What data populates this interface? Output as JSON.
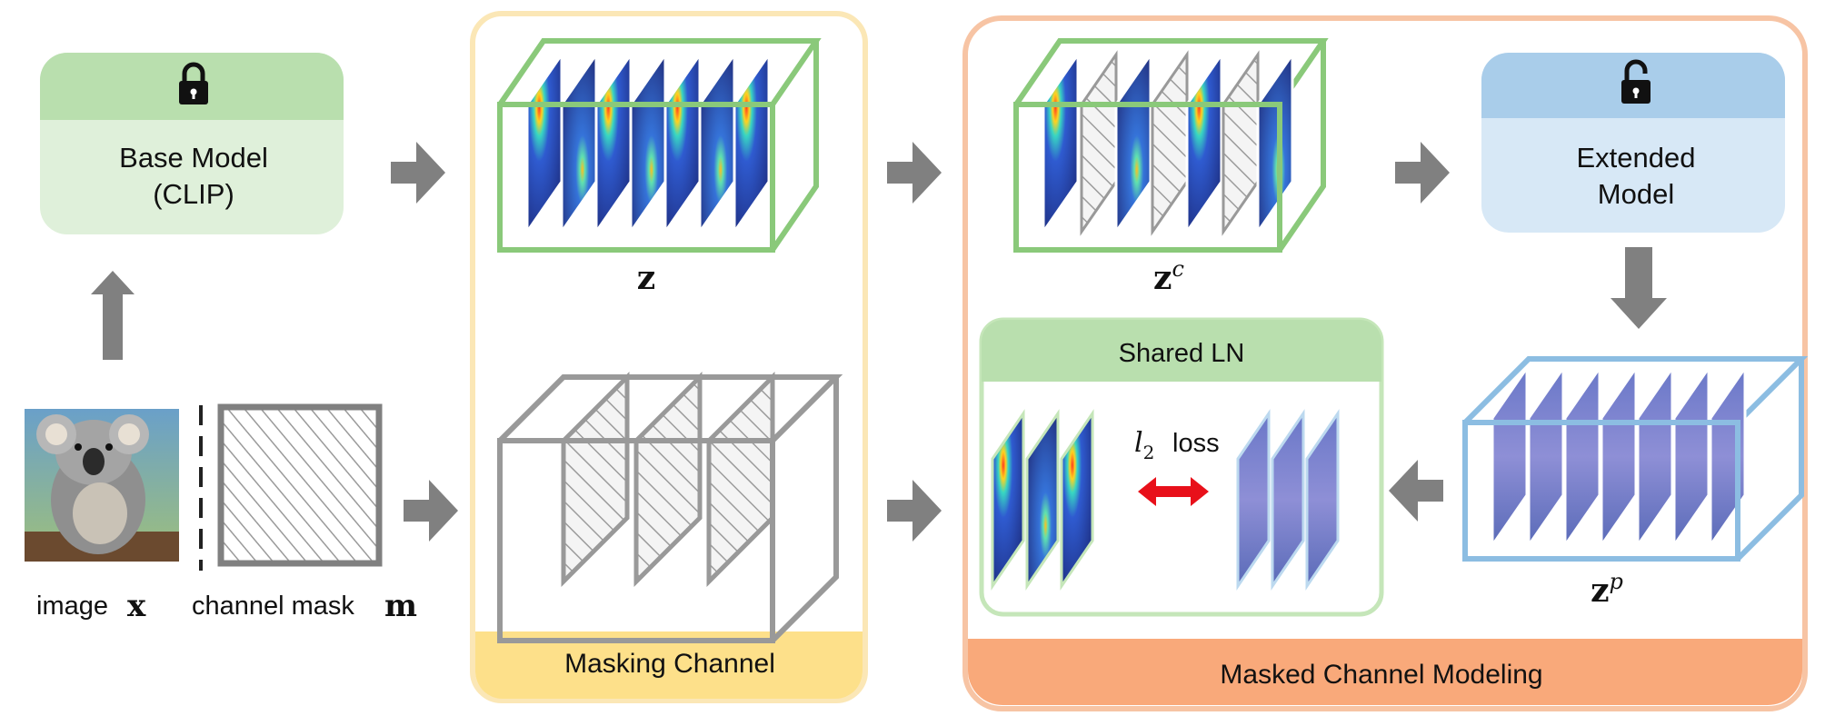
{
  "base_model": {
    "line1": "Base Model",
    "line2": "(CLIP)",
    "lock_icon": "lock-closed-icon"
  },
  "extended_model": {
    "line1": "Extended",
    "line2": "Model",
    "lock_icon": "lock-open-icon"
  },
  "masking_panel": {
    "title": "Masking Channel"
  },
  "mcm_panel": {
    "title": "Masked Channel Modeling"
  },
  "shared_ln": {
    "title": "Shared LN",
    "loss_symbol": "l",
    "loss_subscript": "2",
    "loss_word": "loss"
  },
  "labels": {
    "image_word": "image",
    "image_symbol": "x",
    "mask_word": "channel mask",
    "mask_symbol": "m",
    "z": "z",
    "zc_base": "z",
    "zc_sup": "c",
    "zp_base": "z",
    "zp_sup": "p"
  },
  "colors": {
    "base_header": "#b9dfae",
    "base_body": "#dff0da",
    "ext_header": "#a9cdea",
    "ext_body": "#d7e8f6",
    "masking_border": "#fbe7b6",
    "masking_footer": "#fde08a",
    "mcm_border": "#f7c4a4",
    "mcm_footer": "#f9a97a",
    "green_stroke": "#8ac97a",
    "blue_stroke": "#8cbde2",
    "gray_stroke": "#999999",
    "arrow_gray": "#808080",
    "loss_arrow": "#e8101a"
  }
}
